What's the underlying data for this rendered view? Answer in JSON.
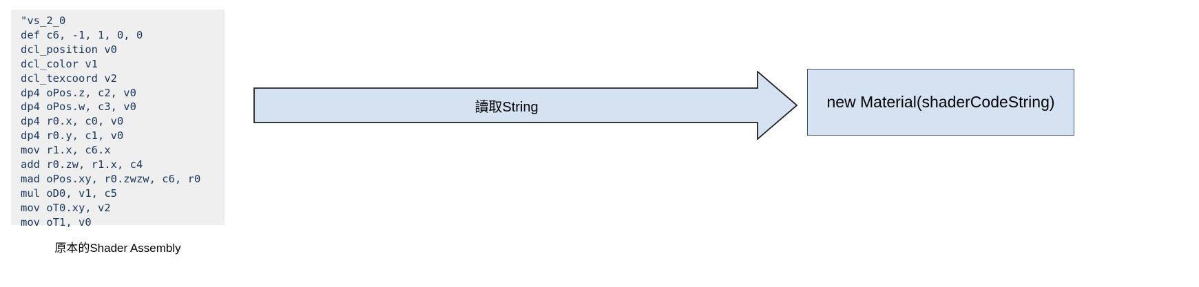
{
  "code_panel": {
    "caption": "原本的Shader Assembly",
    "background_color": "#efefef",
    "text_color": "#17365d",
    "lines": [
      "\"vs_2_0",
      "def c6, -1, 1, 0, 0",
      "dcl_position v0",
      "dcl_color v1",
      "dcl_texcoord v2",
      "dp4 oPos.z, c2, v0",
      "dp4 oPos.w, c3, v0",
      "dp4 r0.x, c0, v0",
      "dp4 r0.y, c1, v0",
      "mov r1.x, c6.x",
      "add r0.zw, r1.x, c4",
      "mad oPos.xy, r0.zwzw, c6, r0",
      "mul oD0, v1, c5",
      "mov oT0.xy, v2",
      "mov oT1, v0"
    ]
  },
  "arrow": {
    "label": "讀取String",
    "fill_color": "#d4e2f2",
    "border_color": "#1f1f1f",
    "direction": "right"
  },
  "result_box": {
    "label": "new Material(shaderCodeString)",
    "fill_color": "#d4e2f2",
    "border_color": "#41546b"
  }
}
